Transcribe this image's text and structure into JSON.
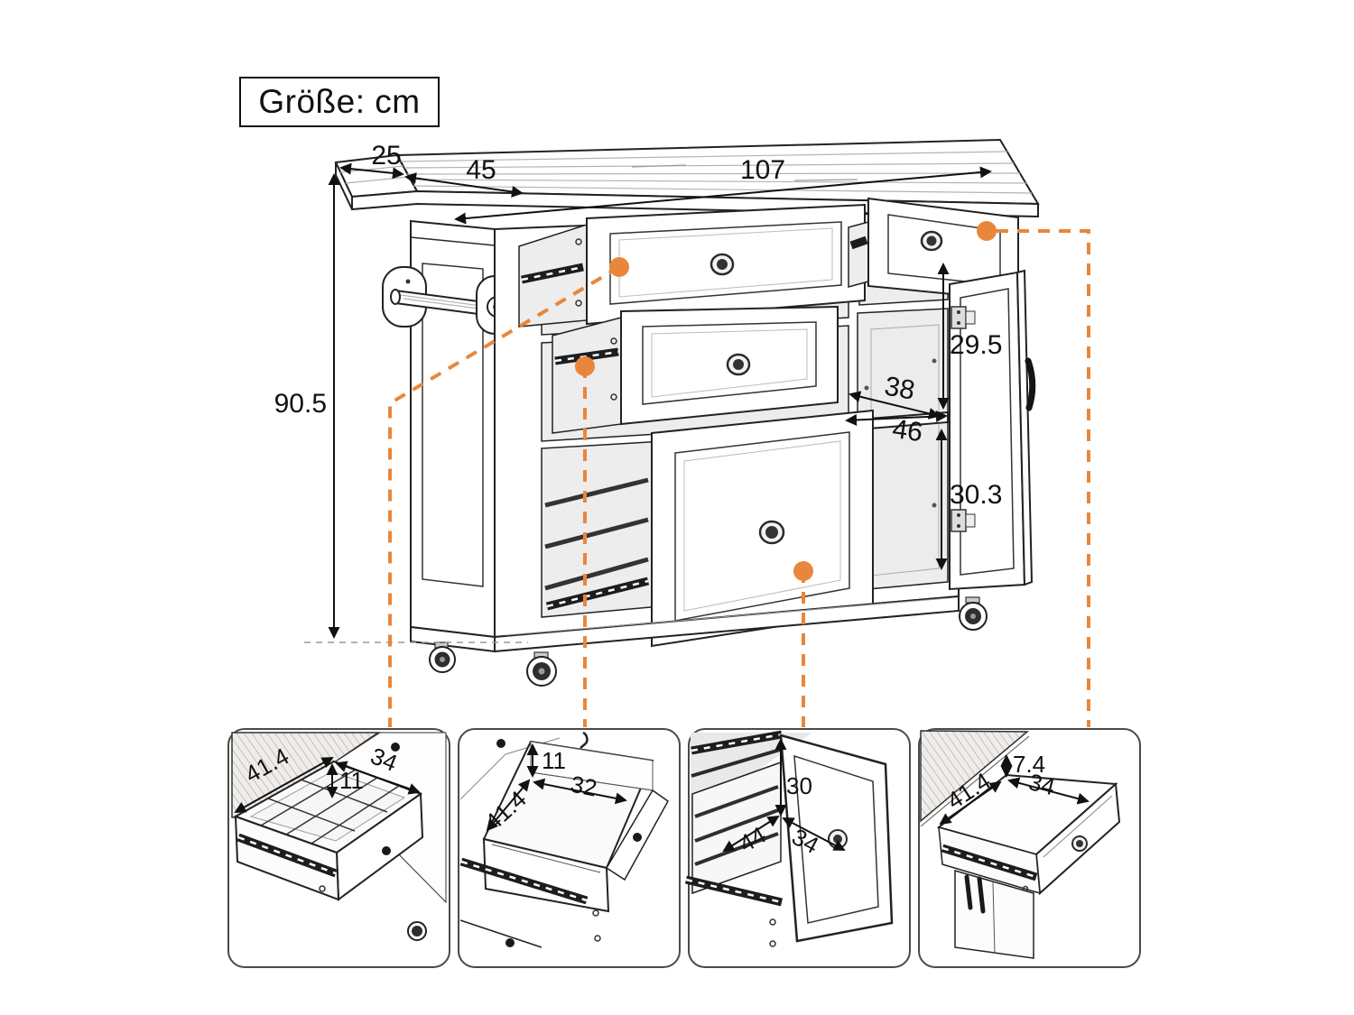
{
  "unit_label": "Größe: cm",
  "accent_color": "#e8873c",
  "main_diagram": {
    "dims": {
      "drop_leaf_length": "25",
      "countertop_depth": "45",
      "countertop_length": "107",
      "overall_height": "90.5",
      "cabinet_upper_height": "29.5",
      "cabinet_inner_depth": "38",
      "cabinet_inner_width": "46",
      "cabinet_lower_height": "30.3"
    }
  },
  "detail_panels": [
    {
      "view": "drawer-with-organizer",
      "dims": {
        "depth": "41.4",
        "height": "11",
        "width": "34"
      }
    },
    {
      "view": "middle-drawer-open",
      "dims": {
        "height": "11",
        "depth": "41.4",
        "width": "32"
      }
    },
    {
      "view": "deep-drawer-open",
      "dims": {
        "height": "30",
        "depth": "44",
        "width": "34"
      }
    },
    {
      "view": "top-drawer-open",
      "dims": {
        "height": "7.4",
        "depth": "41.4",
        "width": "34"
      }
    }
  ]
}
